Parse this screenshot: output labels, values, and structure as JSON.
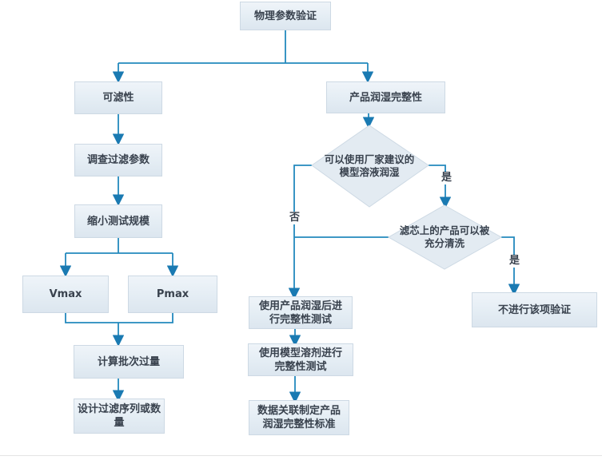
{
  "nodes": {
    "root": {
      "label": "物理参数验证"
    },
    "filterability": {
      "label": "可滤性"
    },
    "investigate_params": {
      "label": "调查过滤参数"
    },
    "scale_down": {
      "label": "缩小测试规模"
    },
    "vmax": {
      "label": "Vmax"
    },
    "pmax": {
      "label": "Pmax"
    },
    "batch_excess": {
      "label": "计算批次过量"
    },
    "design_sequence": {
      "label": "设计过滤序列或数量"
    },
    "product_wetting": {
      "label": "产品润湿完整性"
    },
    "decision_model_wetting": {
      "label": "可以使用厂家建议的模型溶液润湿"
    },
    "decision_rinse": {
      "label": "滤芯上的产品可以被充分清洗"
    },
    "test_after_product_wetting": {
      "label": "使用产品润湿后进行完整性测试"
    },
    "test_model_solvent": {
      "label": "使用模型溶剂进行完整性测试"
    },
    "data_correlation": {
      "label": "数据关联制定产品润湿完整性标准"
    },
    "skip_validation": {
      "label": "不进行该项验证"
    }
  },
  "edge_labels": {
    "model_wetting_yes": "是",
    "model_wetting_no": "否",
    "rinse_yes": "是"
  },
  "colors": {
    "line": "#2389bd",
    "arrow": "#1a7ab2",
    "node_fill": "#e6edf4",
    "node_border": "#cdd9e4",
    "text": "#39424e"
  }
}
